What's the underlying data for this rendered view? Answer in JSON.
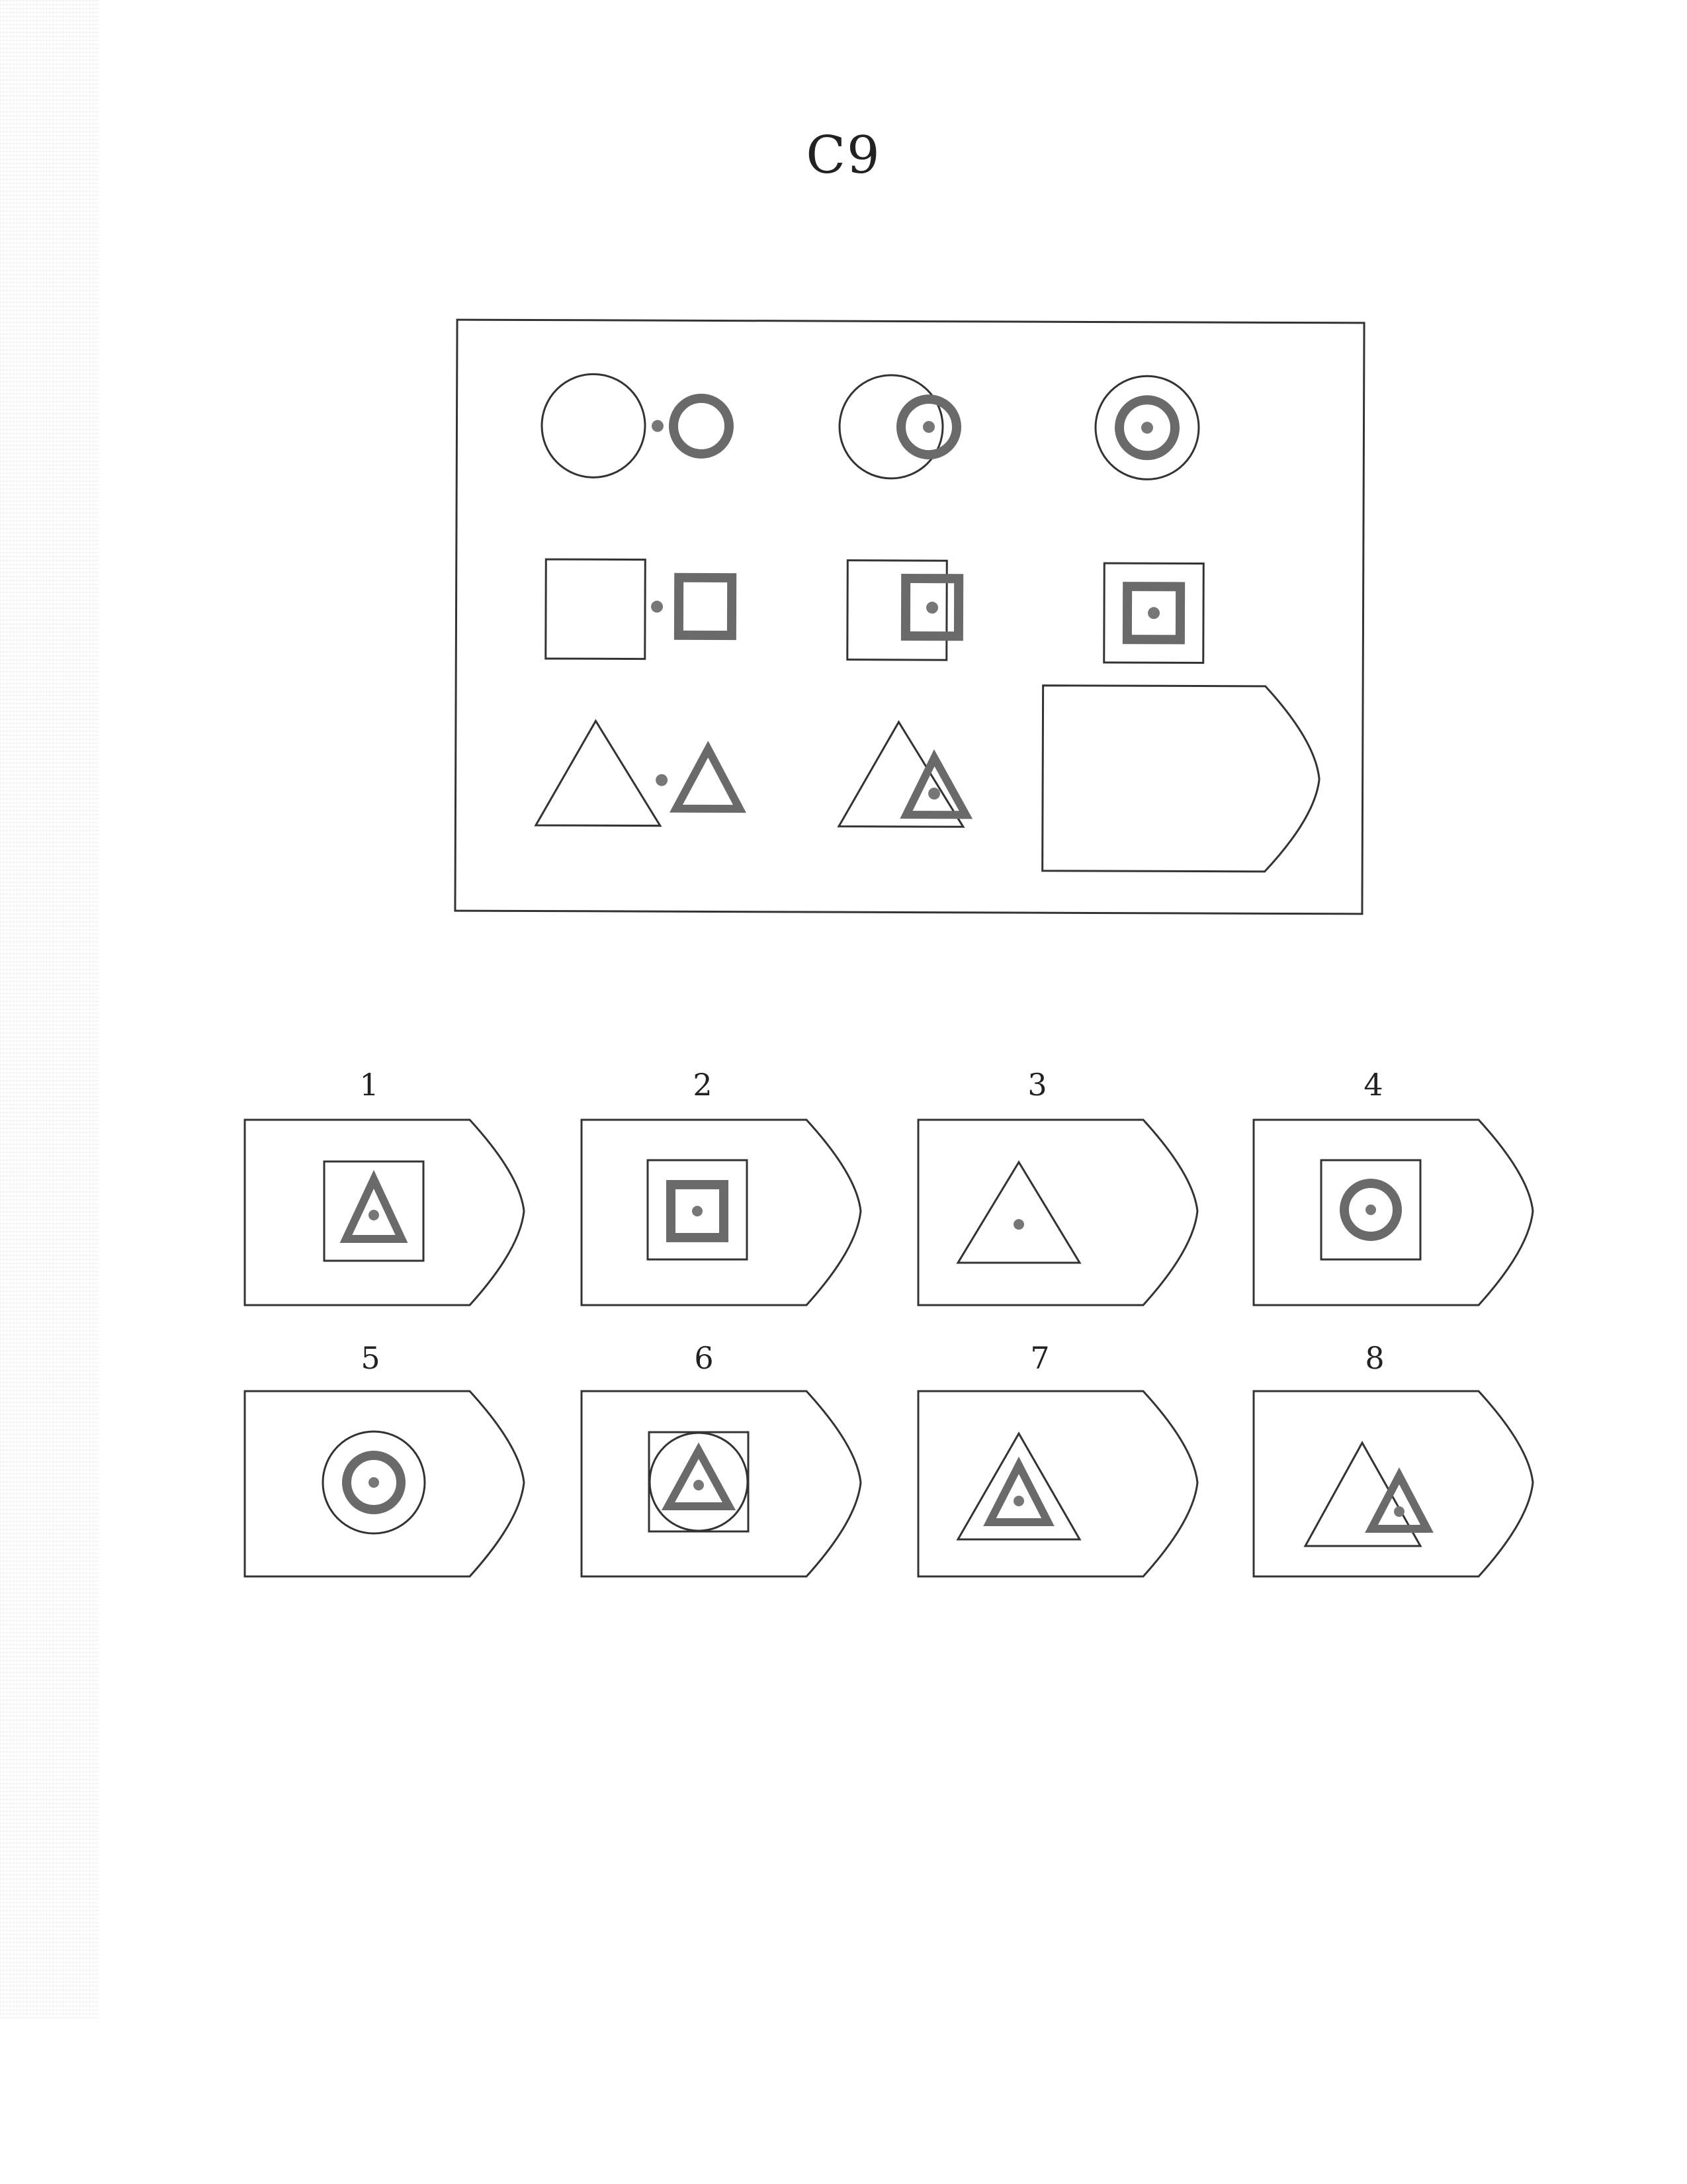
{
  "page": {
    "title": "C9"
  },
  "matrix": {
    "rows": [
      {
        "shape": "circle",
        "cells": [
          "separated",
          "overlapping",
          "nested"
        ]
      },
      {
        "shape": "square",
        "cells": [
          "separated",
          "overlapping",
          "nested"
        ]
      },
      {
        "shape": "triangle",
        "cells": [
          "separated",
          "overlapping",
          "missing"
        ]
      }
    ]
  },
  "options": [
    {
      "label": "1"
    },
    {
      "label": "2"
    },
    {
      "label": "3"
    },
    {
      "label": "4"
    },
    {
      "label": "5"
    },
    {
      "label": "6"
    },
    {
      "label": "7"
    },
    {
      "label": "8"
    }
  ],
  "colors": {
    "line": "#333333",
    "thick": "#6a6a6a",
    "dot": "#777777"
  }
}
